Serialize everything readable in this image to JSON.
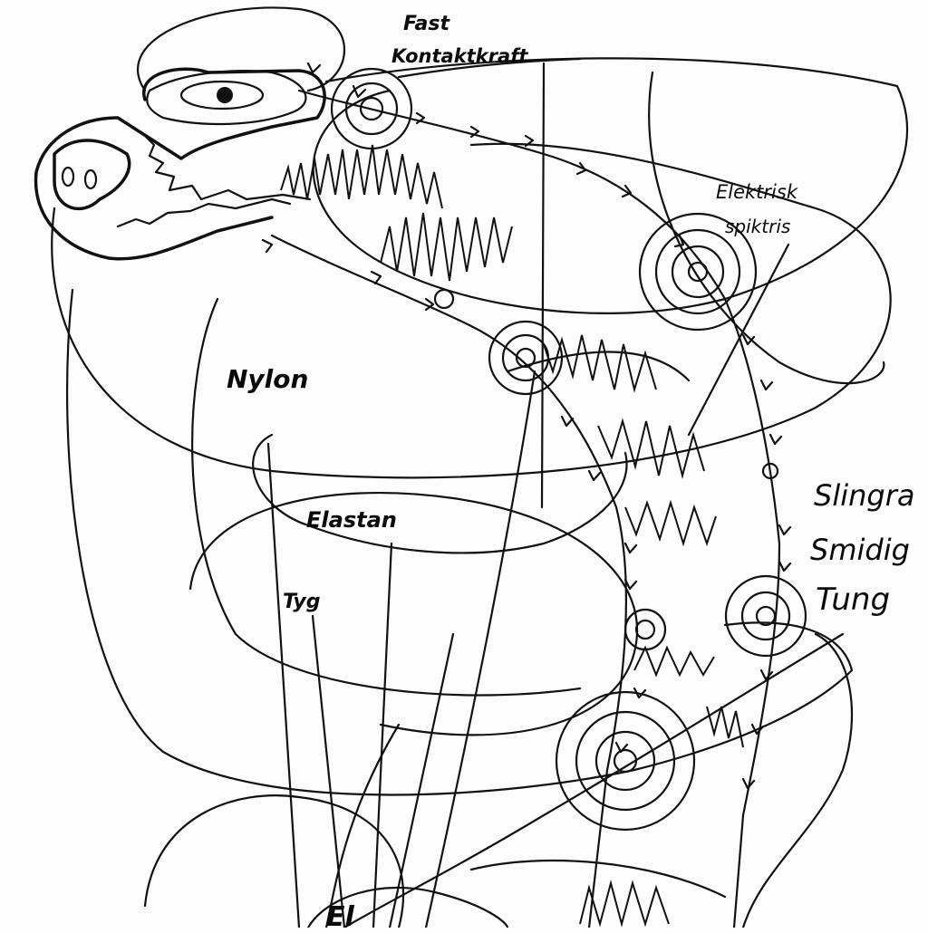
{
  "labels": {
    "fast": "Fast",
    "kontaktkraft": "Kontaktkraft",
    "elektrisk": "Elektrisk",
    "spiktris": "spiktris",
    "nylon": "Nylon",
    "elastan": "Elastan",
    "tyg": "Tyg",
    "slingra": "Slingra",
    "smidig": "Smidig",
    "tung": "Tung",
    "el": "El"
  },
  "colors": {
    "ink": "#111111",
    "paper": "#fdfdfd"
  }
}
